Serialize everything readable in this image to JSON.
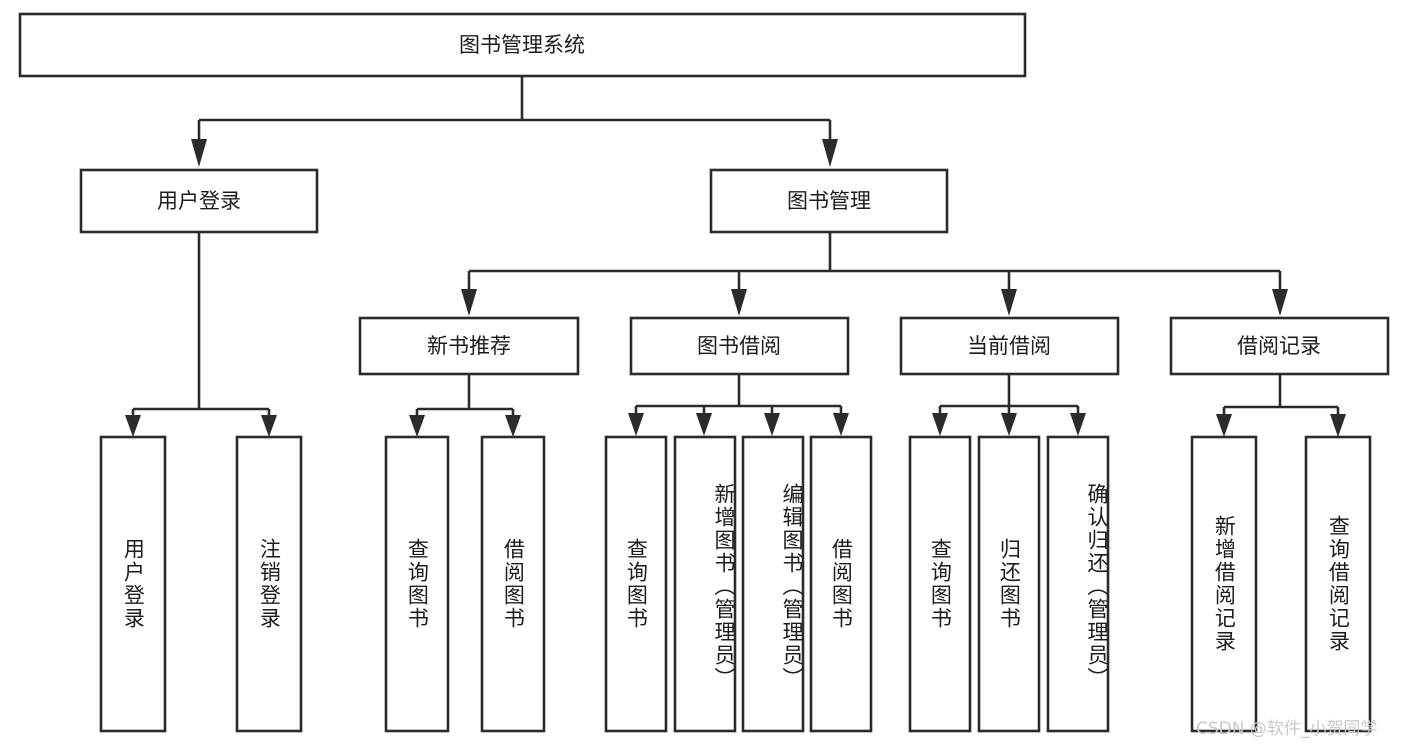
{
  "diagram": {
    "title": "图书管理系统",
    "type": "tree-hierarchy-chart",
    "theme": {
      "background": "#ffffff",
      "box_fill": "#ffffff",
      "box_stroke": "#2b2b2b",
      "text_color": "#1c1c1c",
      "watermark_color": "#c9c9c9"
    },
    "root": {
      "label": "图书管理系统"
    },
    "level2": [
      {
        "label": "用户登录"
      },
      {
        "label": "图书管理"
      }
    ],
    "level3": [
      {
        "label": "新书推荐"
      },
      {
        "label": "图书借阅"
      },
      {
        "label": "当前借阅"
      },
      {
        "label": "借阅记录"
      }
    ],
    "leaves": {
      "user_login": [
        {
          "label": "用户登录"
        },
        {
          "label": "注销登录"
        }
      ],
      "new_book_recommend": [
        {
          "label": "查询图书"
        },
        {
          "label": "借阅图书"
        }
      ],
      "book_borrow": [
        {
          "label": "查询图书"
        },
        {
          "label": "新增图书（管理员）"
        },
        {
          "label": "编辑图书（管理员）"
        },
        {
          "label": "借阅图书"
        }
      ],
      "current_borrow": [
        {
          "label": "查询图书"
        },
        {
          "label": "归还图书"
        },
        {
          "label": "确认归还（管理员）"
        }
      ],
      "borrow_record": [
        {
          "label": "新增借阅记录"
        },
        {
          "label": "查询借阅记录"
        }
      ]
    }
  },
  "watermark": {
    "text": "CSDN @软件_小贺同学"
  }
}
